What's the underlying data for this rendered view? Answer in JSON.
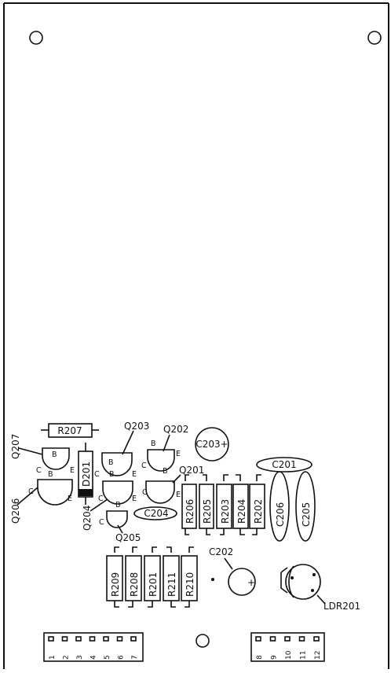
{
  "labels": {
    "r207": "R207",
    "q207": "Q207",
    "q206": "Q206",
    "d201": "D201",
    "q203": "Q203",
    "q202": "Q202",
    "q201": "Q201",
    "q204": "Q204",
    "q205": "Q205",
    "c203": "C203+",
    "c201": "C201",
    "c204": "C204",
    "c206": "C206",
    "c205": "C205",
    "c202": "C202",
    "ldr201": "LDR201",
    "r206": "R206",
    "r205": "R205",
    "r203": "R203",
    "r204": "R204",
    "r202": "R202",
    "r209": "R209",
    "r208": "R208",
    "r201": "R201",
    "r211": "R211",
    "r210": "R210"
  },
  "pins": {
    "b": "B",
    "c": "C",
    "e": "E"
  },
  "connector_left": [
    "1",
    "2",
    "3",
    "4",
    "5",
    "6",
    "7"
  ],
  "connector_right": [
    "8",
    "9",
    "10",
    "11",
    "12"
  ]
}
